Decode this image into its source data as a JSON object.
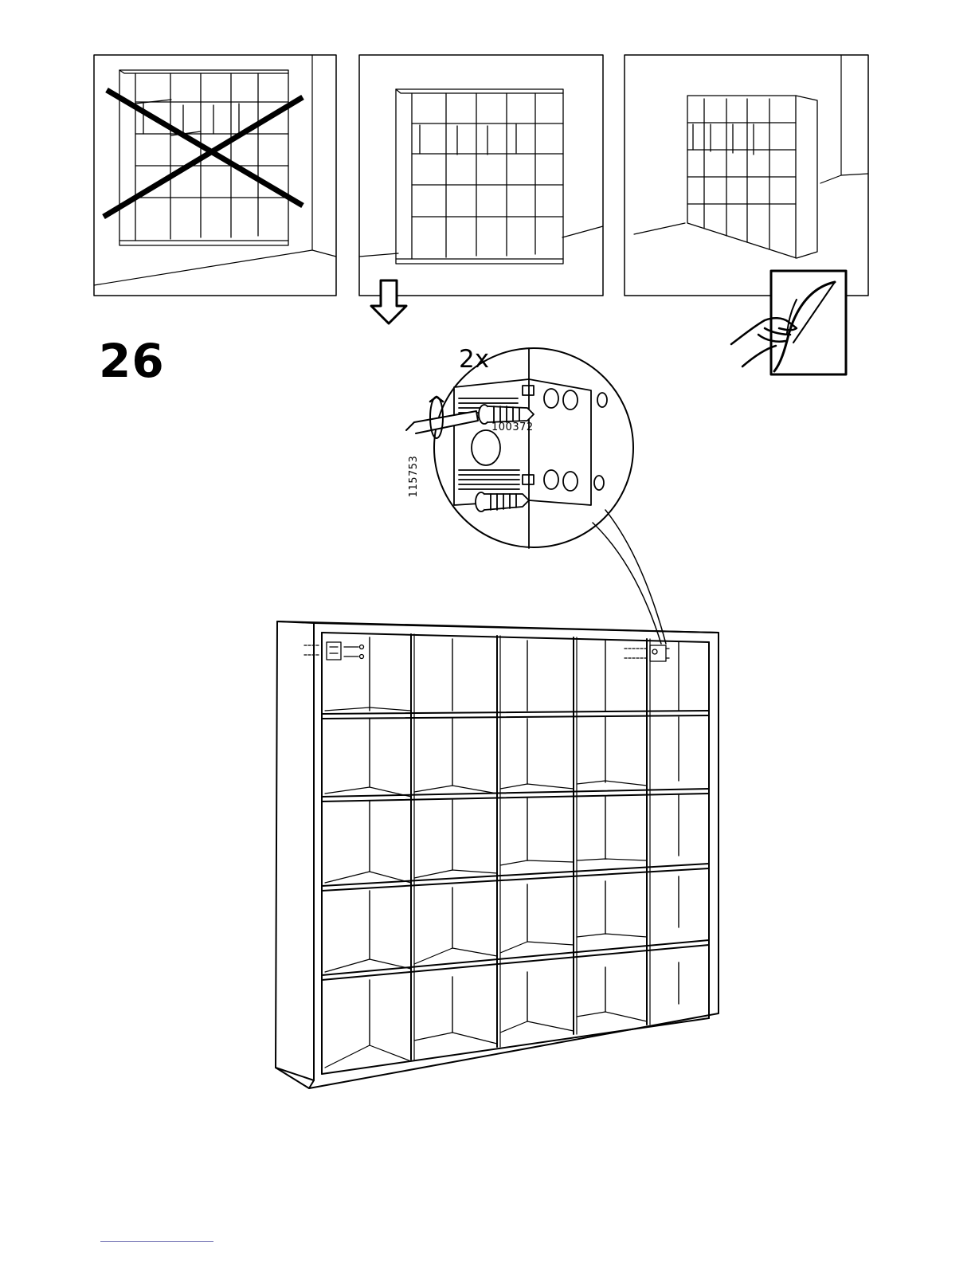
{
  "step": {
    "number": "26"
  },
  "detail": {
    "quantity": "2x",
    "screw_part_number": "100372",
    "bracket_part_number": "115753"
  },
  "panels": [
    {
      "id": "wrong-placement",
      "status": "incorrect"
    },
    {
      "id": "correct-against-wall",
      "status": "correct"
    },
    {
      "id": "correct-in-corner",
      "status": "correct"
    }
  ],
  "shelf": {
    "columns": 5,
    "rows": 5
  },
  "colors": {
    "line": "#000000",
    "background": "#ffffff"
  }
}
